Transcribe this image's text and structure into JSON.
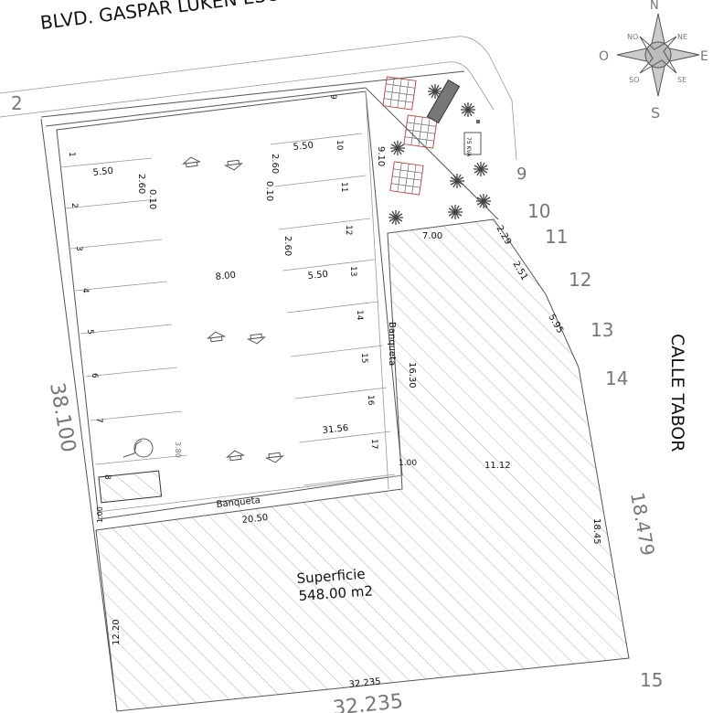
{
  "streets": {
    "top": "BLVD. GASPAR LUKEN ESCAL",
    "right": "CALLE TABOR"
  },
  "vertices": {
    "v2": "2",
    "v9": "9",
    "v10": "10",
    "v11": "11",
    "v12": "12",
    "v13": "13",
    "v14": "14",
    "v15": "15"
  },
  "perimeter": {
    "left": "38.100",
    "right": "18.479",
    "bottom": "32.235"
  },
  "compass": {
    "n": "N",
    "s": "S",
    "e": "E",
    "o": "O",
    "ne": "NE",
    "no": "NO",
    "se": "SE",
    "so": "SO"
  },
  "stalls": [
    "1",
    "2",
    "3",
    "4",
    "5",
    "6",
    "7",
    "8",
    "9",
    "10",
    "11",
    "12",
    "13",
    "14",
    "15",
    "16",
    "17"
  ],
  "dims": {
    "d_550_a": "5.50",
    "d_260_a": "2.60",
    "d_010_a": "0.10",
    "d_550_b": "5.50",
    "d_260_b": "2.60",
    "d_010_b": "0.10",
    "d_260_c": "2.60",
    "d_800": "8.00",
    "d_550_c": "5.50",
    "d_1630": "16.30",
    "d_3156": "31.56",
    "d_100_a": "1.00",
    "d_380": "3.80",
    "d_2050": "20.50",
    "d_100_b": "1.00",
    "d_910": "9.10",
    "d_700": "7.00",
    "d_229": "2.29",
    "d_251": "2.51",
    "d_595": "5.95",
    "d_1112": "11.12",
    "d_1845": "18.45",
    "d_1220": "12.20",
    "d_32235": "32.235"
  },
  "labels": {
    "banqueta_right": "Banqueta",
    "banqueta_bottom": "Banqueta",
    "area_title": "Superficie",
    "area_value": "548.00 m2",
    "transformer": "75 KVA"
  },
  "colors": {
    "line": "#555555",
    "hatch": "#9a9a9a",
    "text": "#111111",
    "vertex_text": "#777777",
    "solar_panel": "#c0504d"
  }
}
